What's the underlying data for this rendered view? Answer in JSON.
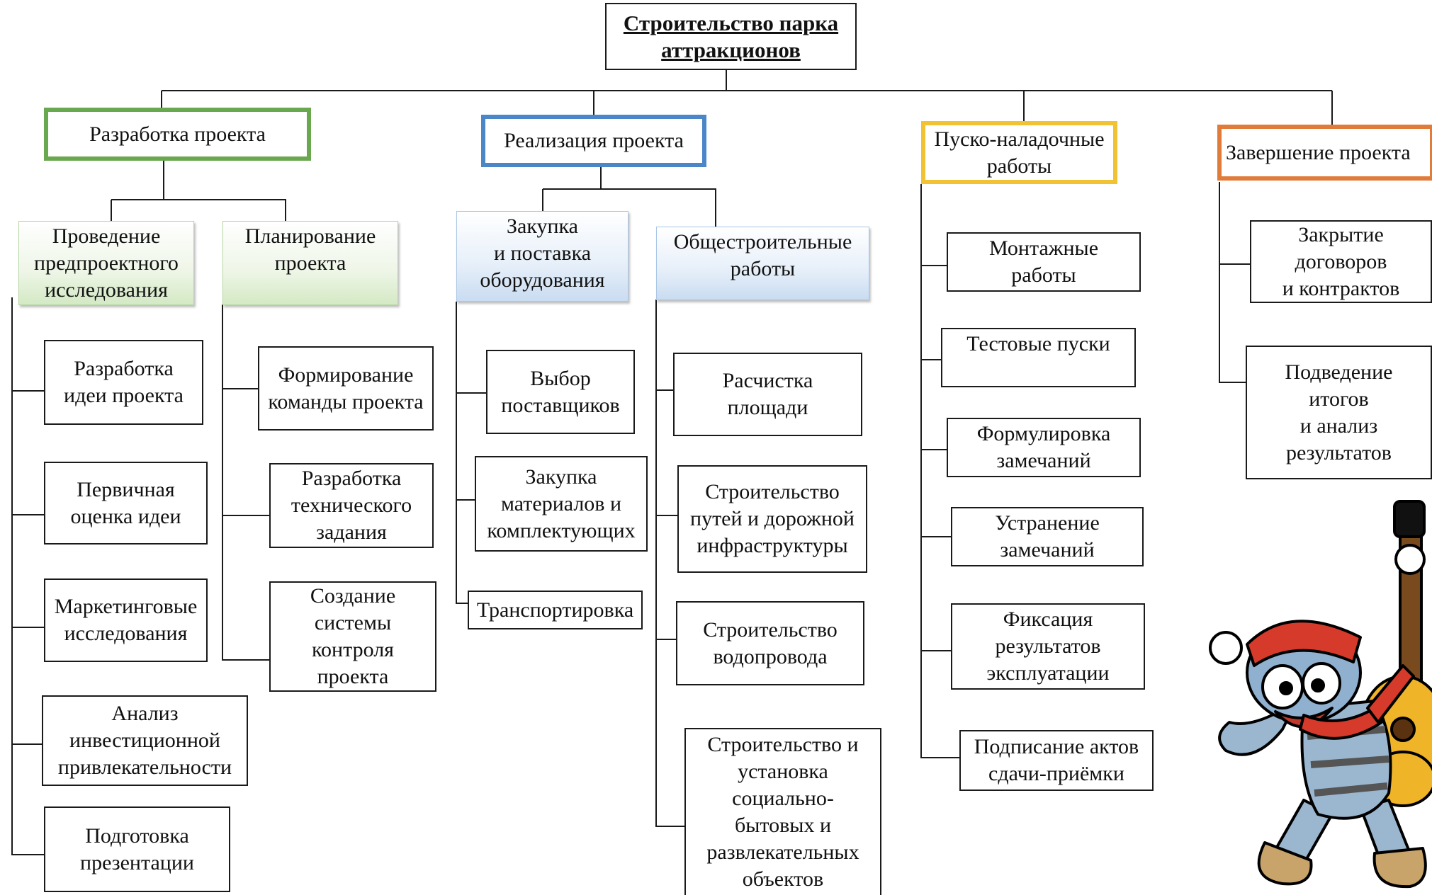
{
  "root": "Строительство парка\nаттракционов",
  "phases": [
    {
      "title": "Разработка проекта",
      "color": "#6aa84f",
      "subgroups": [
        {
          "title": "Проведение\nпредпроектного\nисследования",
          "tasks": [
            "Разработка\nидеи проекта",
            "Первичная\nоценка идеи",
            "Маркетинговые\nисследования",
            "Анализ\nинвестиционной\nпривлекательности",
            "Подготовка\nпрезентации"
          ]
        },
        {
          "title": "Планирование\nпроекта",
          "tasks": [
            "Формирование\nкоманды проекта",
            "Разработка\nтехнического\nзадания",
            "Создание\nсистемы\nконтроля\nпроекта"
          ]
        }
      ]
    },
    {
      "title": "Реализация проекта",
      "color": "#4a86c8",
      "subgroups": [
        {
          "title": "Закупка\nи поставка\nоборудования",
          "tasks": [
            "Выбор\nпоставщиков",
            "Закупка\nматериалов и\nкомплектующих",
            "Транспортировка"
          ]
        },
        {
          "title": "Общестроительные\nработы",
          "tasks": [
            "Расчистка\nплощади",
            "Строительство\nпутей и дорожной\nинфраструктуры",
            "Строительство\nводопровода",
            "Строительство и\nустановка\nсоциально-\nбытовых и\nразвлекательных\nобъектов"
          ]
        }
      ]
    },
    {
      "title": "Пуско-наладочные\nработы",
      "color": "#f1c232",
      "tasks": [
        "Монтажные\nработы",
        "Тестовые пуски",
        "Формулировка\nзамечаний",
        "Устранение\nзамечаний",
        "Фиксация\nрезультатов\nэксплуатации",
        "Подписание актов\nсдачи-приёмки"
      ]
    },
    {
      "title": "Завершение проекта",
      "color": "#e07b39",
      "tasks": [
        "Закрытие\nдоговоров\nи контрактов",
        "Подведение\nитогов\nи анализ\nрезультатов"
      ]
    }
  ]
}
